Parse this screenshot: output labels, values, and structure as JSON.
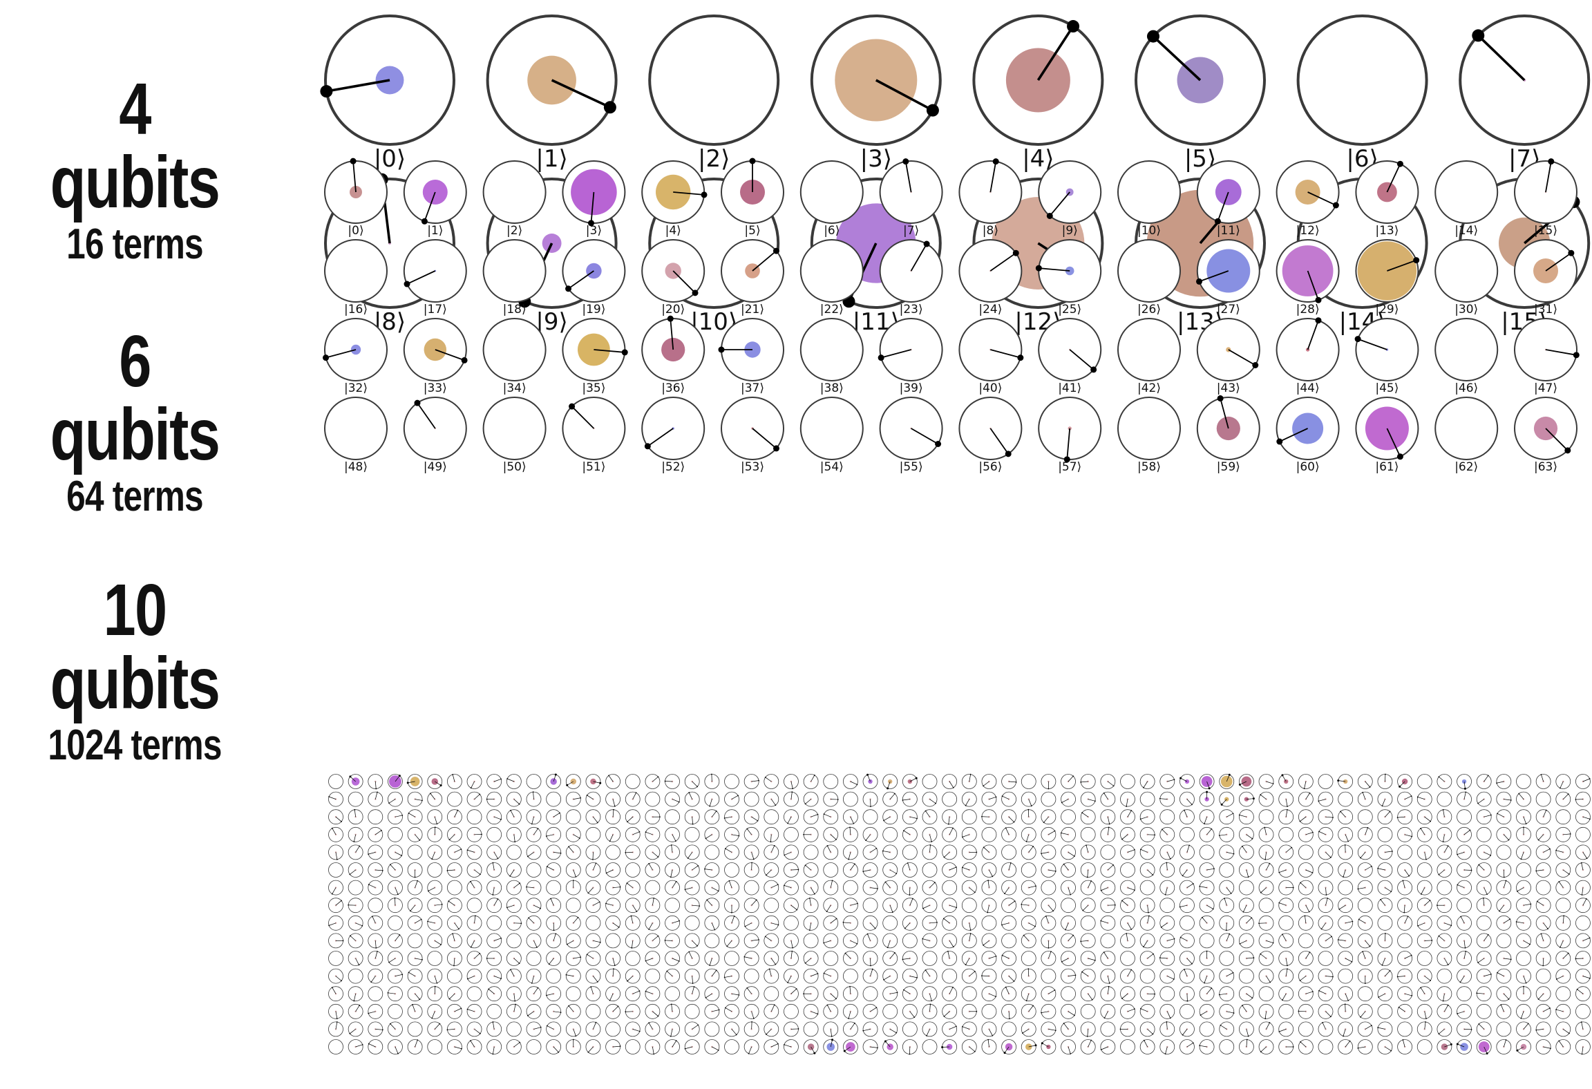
{
  "sections": [
    {
      "title": "4 qubits",
      "subtitle": "16 terms",
      "qubits": 4,
      "columns": 8,
      "terms": [
        {
          "label": "|0⟩",
          "amplitude": 0.22,
          "phase_deg": 190,
          "color": "#8f8fe2"
        },
        {
          "label": "|1⟩",
          "amplitude": 0.38,
          "phase_deg": -25,
          "color": "#d6b088"
        },
        {
          "label": "|2⟩",
          "amplitude": 0,
          "phase_deg": 0,
          "color": "#ffffff"
        },
        {
          "label": "|3⟩",
          "amplitude": 0.64,
          "phase_deg": -28,
          "color": "#d6b08e"
        },
        {
          "label": "|4⟩",
          "amplitude": 0.5,
          "phase_deg": 57,
          "color": "#c48f8d"
        },
        {
          "label": "|5⟩",
          "amplitude": 0.36,
          "phase_deg": 137,
          "color": "#a08cc6"
        },
        {
          "label": "|6⟩",
          "amplitude": 0,
          "phase_deg": 0,
          "color": "#ffffff"
        },
        {
          "label": "|7⟩",
          "amplitude": 0.02,
          "phase_deg": 136,
          "color": "#c890c0"
        },
        {
          "label": "|8⟩",
          "amplitude": 0.02,
          "phase_deg": 97,
          "color": "#c890c0"
        },
        {
          "label": "|9⟩",
          "amplitude": 0.15,
          "phase_deg": 245,
          "color": "#b77fd8"
        },
        {
          "label": "|10⟩",
          "amplitude": 0,
          "phase_deg": 0,
          "color": "#ffffff"
        },
        {
          "label": "|11⟩",
          "amplitude": 0.62,
          "phase_deg": 245,
          "color": "#b07fd8"
        },
        {
          "label": "|12⟩",
          "amplitude": 0.72,
          "phase_deg": -33,
          "color": "#d4aa9a"
        },
        {
          "label": "|13⟩",
          "amplitude": 0.83,
          "phase_deg": 50,
          "color": "#c89a86"
        },
        {
          "label": "|14⟩",
          "amplitude": 0,
          "phase_deg": 0,
          "color": "#ffffff"
        },
        {
          "label": "|15⟩",
          "amplitude": 0.4,
          "phase_deg": 40,
          "color": "#caa088"
        }
      ]
    },
    {
      "title": "6 qubits",
      "subtitle": "64 terms",
      "qubits": 6,
      "columns": 16,
      "labels": [
        "|0⟩",
        "|1⟩",
        "|2⟩",
        "|3⟩",
        "|4⟩",
        "|5⟩",
        "|6⟩",
        "|7⟩",
        "|8⟩",
        "|9⟩",
        "|10⟩",
        "|11⟩",
        "|12⟩",
        "|13⟩",
        "|14⟩",
        "|15⟩",
        "|16⟩",
        "|17⟩",
        "|18⟩",
        "|19⟩",
        "|20⟩",
        "|21⟩",
        "|22⟩",
        "|23⟩",
        "|24⟩",
        "|25⟩",
        "|26⟩",
        "|27⟩",
        "|28⟩",
        "|29⟩",
        "|30⟩",
        "|31⟩",
        "|32⟩",
        "|33⟩",
        "|34⟩",
        "|35⟩",
        "|36⟩",
        "|37⟩",
        "|38⟩",
        "|39⟩",
        "|40⟩",
        "|41⟩",
        "|42⟩",
        "|43⟩",
        "|44⟩",
        "|45⟩",
        "|46⟩",
        "|47⟩",
        "|48⟩",
        "|49⟩",
        "|50⟩",
        "|51⟩",
        "|52⟩",
        "|53⟩",
        "|54⟩",
        "|55⟩",
        "|56⟩",
        "|57⟩",
        "|58⟩",
        "|59⟩",
        "|60⟩",
        "|61⟩",
        "|62⟩",
        "|63⟩"
      ],
      "amplitudes": [
        0.2,
        0.4,
        0,
        0.74,
        0.56,
        0.4,
        0,
        0.02,
        0.02,
        0.12,
        0,
        0.42,
        0.4,
        0.32,
        0,
        0.02,
        0,
        0.03,
        0,
        0.25,
        0.26,
        0.24,
        0,
        0.02,
        0.02,
        0.14,
        0,
        0.7,
        0.82,
        0.95,
        0,
        0.4,
        0.16,
        0.36,
        0,
        0.52,
        0.38,
        0.26,
        0,
        0.02,
        0.02,
        0.02,
        0,
        0.08,
        0.06,
        0.04,
        0,
        0.02,
        0,
        0.02,
        0,
        0.02,
        0.04,
        0.04,
        0,
        0.02,
        0.02,
        0.06,
        0,
        0.38,
        0.5,
        0.7,
        0,
        0.38
      ],
      "phases_deg": [
        95,
        -110,
        0,
        -95,
        -5,
        90,
        0,
        100,
        80,
        -130,
        0,
        -110,
        -25,
        65,
        0,
        80,
        0,
        -155,
        0,
        -145,
        -45,
        40,
        0,
        60,
        35,
        175,
        0,
        -160,
        -70,
        20,
        0,
        35,
        -165,
        -20,
        0,
        -5,
        95,
        180,
        0,
        -165,
        -15,
        -40,
        0,
        -30,
        70,
        160,
        0,
        -10,
        0,
        125,
        0,
        135,
        -145,
        -40,
        0,
        -30,
        -55,
        -95,
        0,
        105,
        -155,
        -65,
        0,
        -45
      ],
      "colors": [
        "#c79292",
        "#b96bd8",
        "#ffffff",
        "#b864d4",
        "#d8b46a",
        "#b86c88",
        "#ffffff",
        "#c9a0a0",
        "#c9a0a0",
        "#a98ad8",
        "#ffffff",
        "#a86cd8",
        "#d7b078",
        "#bf7488",
        "#ffffff",
        "#c9a0a0",
        "#ffffff",
        "#8f8fe2",
        "#ffffff",
        "#8c86e0",
        "#d3a2ac",
        "#d6a088",
        "#ffffff",
        "#c9a0a0",
        "#c9a0a0",
        "#8a92e2",
        "#ffffff",
        "#8890e2",
        "#c27ad0",
        "#d6b06e",
        "#ffffff",
        "#d6a888",
        "#8c8ee2",
        "#d6b070",
        "#ffffff",
        "#d8b464",
        "#b8708a",
        "#8a8ee2",
        "#ffffff",
        "#c9a0a0",
        "#c9a0a0",
        "#c9a0a0",
        "#ffffff",
        "#dcb27a",
        "#c87888",
        "#8f8fe2",
        "#ffffff",
        "#c9a0a0",
        "#ffffff",
        "#c9a0a0",
        "#ffffff",
        "#c9a0a0",
        "#8f8fe2",
        "#d39aa0",
        "#ffffff",
        "#c9a0a0",
        "#c9a0a0",
        "#d39aa0",
        "#ffffff",
        "#b8788e",
        "#8890e2",
        "#c06ad0",
        "#ffffff",
        "#c88aa8"
      ]
    },
    {
      "title": "10 qubits",
      "subtitle": "1024 terms",
      "qubits": 10,
      "columns": 64,
      "rows": 16,
      "highlighted_terms": [
        {
          "index": 1,
          "amplitude": 0.55,
          "color": "#b96bd8"
        },
        {
          "index": 3,
          "amplitude": 0.85,
          "color": "#b864d4"
        },
        {
          "index": 4,
          "amplitude": 0.65,
          "color": "#d8b46a"
        },
        {
          "index": 5,
          "amplitude": 0.45,
          "color": "#b86c88"
        },
        {
          "index": 11,
          "amplitude": 0.45,
          "color": "#a86cd8"
        },
        {
          "index": 12,
          "amplitude": 0.4,
          "color": "#d7b078"
        },
        {
          "index": 13,
          "amplitude": 0.4,
          "color": "#bf7488"
        },
        {
          "index": 27,
          "amplitude": 0.3,
          "color": "#a86cd8"
        },
        {
          "index": 28,
          "amplitude": 0.3,
          "color": "#d7b078"
        },
        {
          "index": 29,
          "amplitude": 0.3,
          "color": "#bf7488"
        },
        {
          "index": 43,
          "amplitude": 0.3,
          "color": "#b96bd8"
        },
        {
          "index": 44,
          "amplitude": 0.75,
          "color": "#b864d4"
        },
        {
          "index": 45,
          "amplitude": 0.8,
          "color": "#d8b46a"
        },
        {
          "index": 46,
          "amplitude": 0.7,
          "color": "#b86c88"
        },
        {
          "index": 48,
          "amplitude": 0.3,
          "color": "#bf7488"
        },
        {
          "index": 51,
          "amplitude": 0.3,
          "color": "#d7b078"
        },
        {
          "index": 54,
          "amplitude": 0.4,
          "color": "#b86c88"
        },
        {
          "index": 57,
          "amplitude": 0.3,
          "color": "#8890e2"
        },
        {
          "index": 108,
          "amplitude": 0.3,
          "color": "#b864d4"
        },
        {
          "index": 109,
          "amplitude": 0.3,
          "color": "#d8b46a"
        },
        {
          "index": 110,
          "amplitude": 0.3,
          "color": "#b86c88"
        },
        {
          "index": 984,
          "amplitude": 0.45,
          "color": "#b8788e"
        },
        {
          "index": 985,
          "amplitude": 0.55,
          "color": "#8890e2"
        },
        {
          "index": 986,
          "amplitude": 0.65,
          "color": "#c06ad0"
        },
        {
          "index": 988,
          "amplitude": 0.45,
          "color": "#c06ad0"
        },
        {
          "index": 991,
          "amplitude": 0.4,
          "color": "#b96bd8"
        },
        {
          "index": 994,
          "amplitude": 0.5,
          "color": "#c06ad0"
        },
        {
          "index": 995,
          "amplitude": 0.45,
          "color": "#d8b46a"
        },
        {
          "index": 996,
          "amplitude": 0.3,
          "color": "#b86c88"
        },
        {
          "index": 1016,
          "amplitude": 0.45,
          "color": "#b8788e"
        },
        {
          "index": 1017,
          "amplitude": 0.55,
          "color": "#8890e2"
        },
        {
          "index": 1018,
          "amplitude": 0.75,
          "color": "#c06ad0"
        },
        {
          "index": 1020,
          "amplitude": 0.4,
          "color": "#c88aa8"
        }
      ]
    }
  ]
}
